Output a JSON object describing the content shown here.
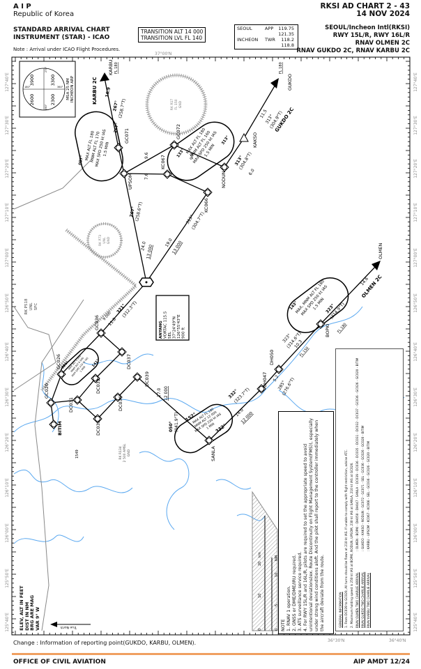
{
  "header": {
    "aip": "A I P",
    "country": "Republic of Korea",
    "chart_id": "RKSI AD CHART 2 - 43",
    "date": "14 NOV 2024",
    "title_line1": "STANDARD ARRIVAL CHART",
    "title_line2": "INSTRUMENT (STAR) - ICAO",
    "top_note": "Note : Arrival under ICAO Flight Procedures.",
    "transition_alt_label": "TRANSITION  ALT",
    "transition_alt": "14 000",
    "transition_lvl_label": "TRANSITION  LVL",
    "transition_lvl": "FL 140",
    "freq": {
      "seoul": "SEOUL",
      "app": "APP",
      "app_1": "119.75",
      "app_2": "121.35",
      "incheon": "INCHEON",
      "twr": "TWR",
      "twr_1": "118.2",
      "twr_2": "118.8"
    },
    "airport": "SEOUL/Incheon Intl(RKSI)",
    "runways": "RWY 15L/R, RWY 16L/R",
    "procedure_1": "RNAV OLMEN 2C",
    "procedure_2": "RNAV GUKDO 2C,  RNAV  KARBU 2C"
  },
  "graticule": {
    "lon_labels": [
      "127°40'E",
      "127°30'E",
      "127°20'E",
      "127°10'E",
      "127°00'E",
      "126°50'E",
      "126°40'E",
      "126°30'E",
      "126°20'E",
      "126°10'E",
      "126°00'E",
      "125°50'E",
      "125°40'E"
    ],
    "lat_labels": [
      "37°00'N",
      "36°30'N",
      "36°40'N"
    ]
  },
  "msa": {
    "sectors": [
      "3900",
      "3300",
      "2600",
      "2300"
    ],
    "bearings": [
      "270°",
      "360°",
      "180°",
      "090°"
    ],
    "label_1": "MSA 25 NM",
    "label_2": "INCHEON ARP"
  },
  "waypoints": {
    "karbu": "KARBU",
    "gc071": "GC071",
    "upsom": "UPSOM",
    "gc072": "GC072",
    "kc067": "KC067",
    "nodun": "NODUN",
    "kakso": "KAKSO",
    "gukdo": "GUKDO",
    "kc066": "KC066",
    "anyang": "ANYANG",
    "gc036": "GC036",
    "gc026": "GC026",
    "gc020": "GC020",
    "bitim": "BITIM",
    "dc037": "DC037",
    "dc032": "DC032",
    "dc031": "DC031",
    "dc039": "DC039",
    "dc036": "DC036",
    "dc035": "DC035",
    "sanla": "SANLA",
    "dh047": "DH047",
    "dh050": "DH050",
    "bopki": "BOPKI",
    "olmen": "OLMEN"
  },
  "routes": {
    "karbu_2c": "KARBU 2C",
    "gukdo_2c": "GUKDO 2C",
    "olmen_2c": "OLMEN 2C",
    "fl180": "FL 180",
    "fl150": "FL 150",
    "karbu_dist": "16.9",
    "karbu_trk": "267°",
    "karbu_true": "(258.7°T)",
    "upsom_anyang_dist": "24.0",
    "upsom_anyang_alt": "13 000",
    "upsom_anyang_trk": "267°",
    "upsom_anyang_true": "(258.6°T)",
    "gukdo_dist": "11.5",
    "gukdo_trk": "313°",
    "gukdo_true": "(304.9°T)",
    "kakso_dist": "6.0",
    "kakso_trk": "313°",
    "kakso_true": "(304.8°T)",
    "kc066_dist": "19.0",
    "kc066_alt": "13 000",
    "kc066_trk": "313°",
    "kc066_true": "(304.7°T)",
    "gc072_dist": "9.8",
    "upsom_gc072_dist": "9.6",
    "kc067_dist": "7.6",
    "anyang_dist": "11.8",
    "anyang_alt": "9 000",
    "anyang_trk": "321°",
    "anyang_true": "(312.3°T)",
    "olmen_dist": "14.6",
    "bopki_trk": "323°",
    "bopki_true": "(314.9°T)",
    "bopki_dist": "10.3",
    "dh050_trk": "323°",
    "dh050_true": "(314.6°T)",
    "dh047_dist": "5.2",
    "dh047_trk": "285°",
    "dh047_true": "(276.6°T)",
    "sanla_dist": "14.0",
    "sanla_alt": "12 000",
    "sanla_trk": "332°",
    "sanla_true": "(323.7°T)",
    "dc039_dist": "17.0",
    "dc039_alt": "12 000",
    "dc039_trk": "050°",
    "dc039_true": "(041.9°T)",
    "elev_1549": "1549"
  },
  "holdings": {
    "karbu": {
      "inbound": "267°",
      "outbound": "087°",
      "l1": "MAX ALT FL 180",
      "l2": "MNM ALT FL 170",
      "l3": "MAX SPD 250 kt IAS",
      "l4": "1.5 MIN"
    },
    "nodun": {
      "inbound": "313°",
      "outbound": "133°",
      "l1": "MAX ALT FL 180",
      "l2": "MNM ALT FL 160",
      "l3": "MAX SPD 250 kt IAS",
      "l4": "1.5 MIN"
    },
    "bopki": {
      "inbound": "323°",
      "outbound": "143°",
      "l1": "MAX, MNM ALT FL 180",
      "l2": "MAX SPD 250 kt IAS",
      "l3": "1.5 MIN"
    },
    "sanla": {
      "inbound": "332°",
      "outbound": "152°",
      "l1": "MAX ALT FL 180",
      "l2": "MNM ALT 12 000",
      "l3": "MAX SPD 230 kt IAS",
      "l4": "1 MIN"
    },
    "gc026": {
      "inbound": "321°",
      "outbound": "141°",
      "l1": "MAX ALT 9 000",
      "l2": "MNM ALT 6 000",
      "l3": "MAX SPD 210 kt IAS",
      "l4": "1 MIN"
    }
  },
  "anyang_vortac": {
    "name": "ANYANG",
    "type": "VORTAC 115.5",
    "ident": "SEL",
    "lat": "37°24'49\"N",
    "lon": "126°55'43\"E",
    "elev": "900 ft"
  },
  "airspace": {
    "r17": [
      "RK R17",
      "FL 150",
      "GND"
    ],
    "p73": [
      "RK P73",
      "UNL",
      "GND"
    ],
    "p518": [
      "RK P518",
      "UNL",
      "SFC"
    ],
    "r134": [
      "RK R134",
      "2 500 AMSL",
      "GND"
    ]
  },
  "scale": {
    "km_0": "0",
    "km_10": "10",
    "km_20": "20",
    "km": "km",
    "nm_0": "0",
    "nm_5": "5",
    "nm_10": "10",
    "nm": "NM"
  },
  "legend": {
    "l1": "ELEV, ALT IN FEET",
    "l2": "DIST IN NM",
    "l3": "BRG ARE MAG",
    "l4": "VAR 9° W",
    "true_north": "True North"
  },
  "notes": {
    "title": "NOTE",
    "items": [
      "1. RNAV 1 operation.",
      "2. GNSS or DME/DME/IRU required.",
      "3. ATS surveillance service required.",
      "4. For RWY 15L/R and 16L/R, pilots are required to set the appropriate speed to avoid unintentional deviations(ex. Route Discontinuity on Flight Management System(FMS)), especially under strong wind conditions aloft. And the pilot shall report to the controller immediately when the aircraft deviate from the route."
    ]
  },
  "general_info": {
    "title": "GENERAL INFORMATION",
    "items": [
      "1. From DC039 to GC020, All turns should be flown at 210 kt IAS. If unable to comply with flight restriction, advise ATC.",
      "2. Maximum holding speed is 250 kt IAS at BOPKI, NODUN, UPSOM, 230 kt IAS at SANLA, 210 kt IAS at GC026."
    ],
    "routes": [
      {
        "name": "RNAV OLMEN TWO CHARLIE ARRIVAL",
        "route": ": OLMEN - BOPKI - DH050 - DH047 - SANLA - DC039 - DC036 - DC035 - DC031 - DC032 - DC037 - GC036 - GC026 - GC020 - BITIM"
      },
      {
        "name": "RNAV GUKDO TWO CHARLIE ARRIVAL",
        "route": ": GUKDO - KAKSO - NODUN - GC072 - GC071 - SEL - GC036 - GC026 - GC020 - BITIM"
      },
      {
        "name": "RNAV KARBU TWO CHARLIE ARRIVAL",
        "route": ": KARBU - UPSOM - KC067 - KC066 - SEL - GC036 - GC026 - GC020 - BITIM"
      }
    ]
  },
  "footer": {
    "change": "Change : Information of reporting point(GUKDO, KARBU, OLMEN).",
    "office": "OFFICE OF CIVIL AVIATION",
    "amdt": "AIP AMDT 12/24"
  },
  "colors": {
    "water": "#5aa8f0",
    "route": "#000000",
    "airspace": "#888888",
    "footer_rule": "#f0a060"
  }
}
